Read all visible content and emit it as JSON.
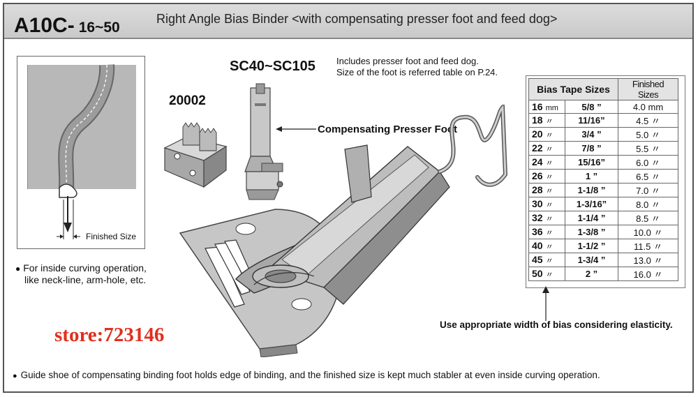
{
  "header": {
    "model": "A10C-",
    "range": "16~50",
    "title": "Right Angle Bias Binder  <with compensating presser foot and feed dog>"
  },
  "diagram": {
    "finished_size_label": "Finished Size"
  },
  "notes": {
    "inside_curving": [
      "For inside curving operation,",
      "like neck-line, arm-hole, etc."
    ],
    "guide_shoe": "Guide shoe of compensating binding foot holds edge of binding, and the finished size is kept much stabler at even inside curving operation.",
    "bullet": "●"
  },
  "parts": {
    "presser_foot_model": "SC40~SC105",
    "feed_dog_model": "20002",
    "includes_line1": "Includes presser foot and feed dog.",
    "includes_line2": "Size of the foot is referred table on P.24.",
    "compensating_label": "Compensating Presser Foot"
  },
  "store": "store:723146",
  "elasticity_note": "Use appropriate width of bias considering elasticity.",
  "table": {
    "headers": [
      "Bias Tape Sizes",
      "Finished Sizes"
    ],
    "rows": [
      {
        "mm": "16",
        "unit": "mm",
        "inch": "5/8 ”",
        "finished": "4.0 mm"
      },
      {
        "mm": "18",
        "unit": "〃",
        "inch": "11/16”",
        "finished": "4.5 〃"
      },
      {
        "mm": "20",
        "unit": "〃",
        "inch": "3/4 ”",
        "finished": "5.0 〃"
      },
      {
        "mm": "22",
        "unit": "〃",
        "inch": "7/8 ”",
        "finished": "5.5 〃"
      },
      {
        "mm": "24",
        "unit": "〃",
        "inch": "15/16”",
        "finished": "6.0 〃"
      },
      {
        "mm": "26",
        "unit": "〃",
        "inch": "1 ”",
        "finished": "6.5 〃"
      },
      {
        "mm": "28",
        "unit": "〃",
        "inch": "1-1/8 ”",
        "finished": "7.0 〃"
      },
      {
        "mm": "30",
        "unit": "〃",
        "inch": "1-3/16”",
        "finished": "8.0 〃"
      },
      {
        "mm": "32",
        "unit": "〃",
        "inch": "1-1/4 ”",
        "finished": "8.5 〃"
      },
      {
        "mm": "36",
        "unit": "〃",
        "inch": "1-3/8 ”",
        "finished": "10.0 〃"
      },
      {
        "mm": "40",
        "unit": "〃",
        "inch": "1-1/2 ”",
        "finished": "11.5 〃"
      },
      {
        "mm": "45",
        "unit": "〃",
        "inch": "1-3/4 ”",
        "finished": "13.0 〃"
      },
      {
        "mm": "50",
        "unit": "〃",
        "inch": "2 ”",
        "finished": "16.0 〃"
      }
    ]
  },
  "colors": {
    "store": "#e0301e",
    "header_bg": "#d4d4d4",
    "metal": "#9a9a9a"
  }
}
